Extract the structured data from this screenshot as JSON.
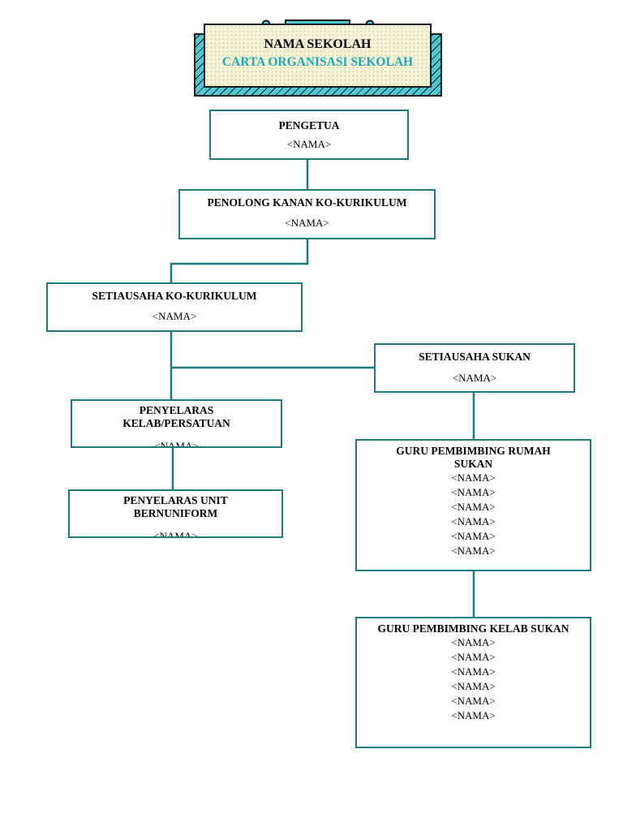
{
  "banner": {
    "line1": "NAMA SEKOLAH",
    "line2": "CARTA ORGANISASI SEKOLAH",
    "colors": {
      "title_text": "#000000",
      "subtitle_text": "#1fa8b6",
      "hatch": "#4ec9d4",
      "paper": "#f4f4d6"
    }
  },
  "colors": {
    "border": "#1e7b7b",
    "connector": "#1e7b7b"
  },
  "nodes": {
    "pengetua": {
      "title": "PENGETUA",
      "names": [
        "<NAMA>"
      ]
    },
    "penolong_kanan": {
      "title": "PENOLONG KANAN KO-KURIKULUM",
      "names": [
        "<NAMA>"
      ]
    },
    "setiausaha_kokurikulum": {
      "title": "SETIAUSAHA KO-KURIKULUM",
      "names": [
        "<NAMA>"
      ]
    },
    "setiausaha_sukan": {
      "title": "SETIAUSAHA SUKAN",
      "names": [
        "<NAMA>"
      ]
    },
    "penyelaras_kelab": {
      "title_line1": "PENYELARAS",
      "title_line2": "KELAB/PERSATUAN",
      "names": [
        "<NAMA>"
      ]
    },
    "penyelaras_unit": {
      "title_line1": "PENYELARAS UNIT",
      "title_line2": "BERNUNIFORM",
      "names": [
        "<NAMA>"
      ]
    },
    "guru_rumah_sukan": {
      "title_line1": "GURU PEMBIMBING RUMAH",
      "title_line2": "SUKAN",
      "names": [
        "<NAMA>",
        "<NAMA>",
        "<NAMA>",
        "<NAMA>",
        "<NAMA>",
        "<NAMA>"
      ]
    },
    "guru_kelab_sukan": {
      "title": "GURU PEMBIMBING KELAB SUKAN",
      "names": [
        "<NAMA>",
        "<NAMA>",
        "<NAMA>",
        "<NAMA>",
        "<NAMA>",
        "<NAMA>"
      ]
    }
  }
}
